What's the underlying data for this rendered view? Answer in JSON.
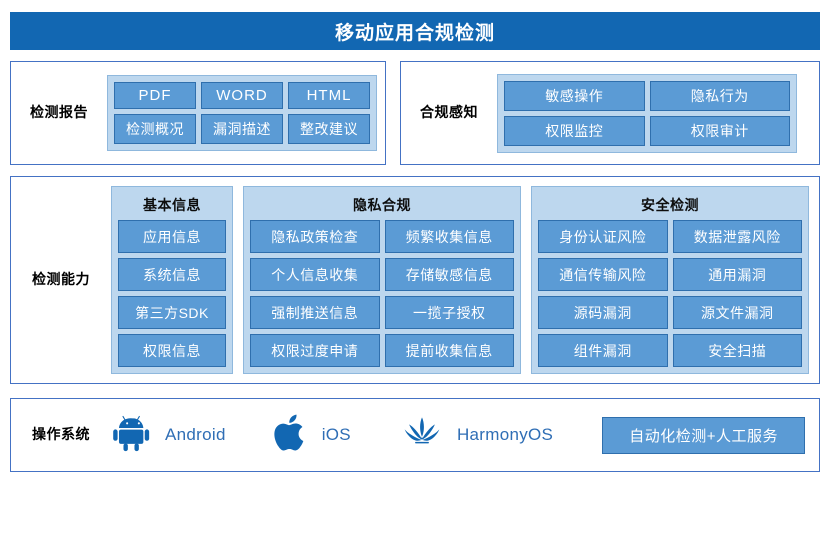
{
  "header": {
    "title": "移动应用合规检测",
    "bg_color": "#1267b2",
    "text_color": "#ffffff"
  },
  "theme": {
    "card_border": "#4472c4",
    "group_bg": "#bdd7ee",
    "chip_bg": "#5b9bd5",
    "chip_border": "#2f6fad",
    "logo_blue": "#1267b2",
    "os_text": "#2f6eb5"
  },
  "report": {
    "label": "检测报告",
    "chips": [
      "PDF",
      "WORD",
      "HTML",
      "检测概况",
      "漏洞描述",
      "整改建议"
    ]
  },
  "awareness": {
    "label": "合规感知",
    "chips": [
      "敏感操作",
      "隐私行为",
      "权限监控",
      "权限审计"
    ]
  },
  "capability": {
    "label": "检测能力",
    "groups": [
      {
        "title": "基本信息",
        "columns": 1,
        "chips": [
          "应用信息",
          "系统信息",
          "第三方SDK",
          "权限信息"
        ]
      },
      {
        "title": "隐私合规",
        "columns": 2,
        "chips": [
          "隐私政策检查",
          "频繁收集信息",
          "个人信息收集",
          "存储敏感信息",
          "强制推送信息",
          "一揽子授权",
          "权限过度申请",
          "提前收集信息"
        ]
      },
      {
        "title": "安全检测",
        "columns": 2,
        "chips": [
          "身份认证风险",
          "数据泄露风险",
          "通信传输风险",
          "通用漏洞",
          "源码漏洞",
          "源文件漏洞",
          "组件漏洞",
          "安全扫描"
        ]
      }
    ]
  },
  "os": {
    "label": "操作系统",
    "platforms": [
      {
        "name": "Android",
        "icon": "android-icon"
      },
      {
        "name": "iOS",
        "icon": "apple-icon"
      },
      {
        "name": "HarmonyOS",
        "icon": "huawei-icon"
      }
    ],
    "service_label": "自动化检测+人工服务"
  }
}
